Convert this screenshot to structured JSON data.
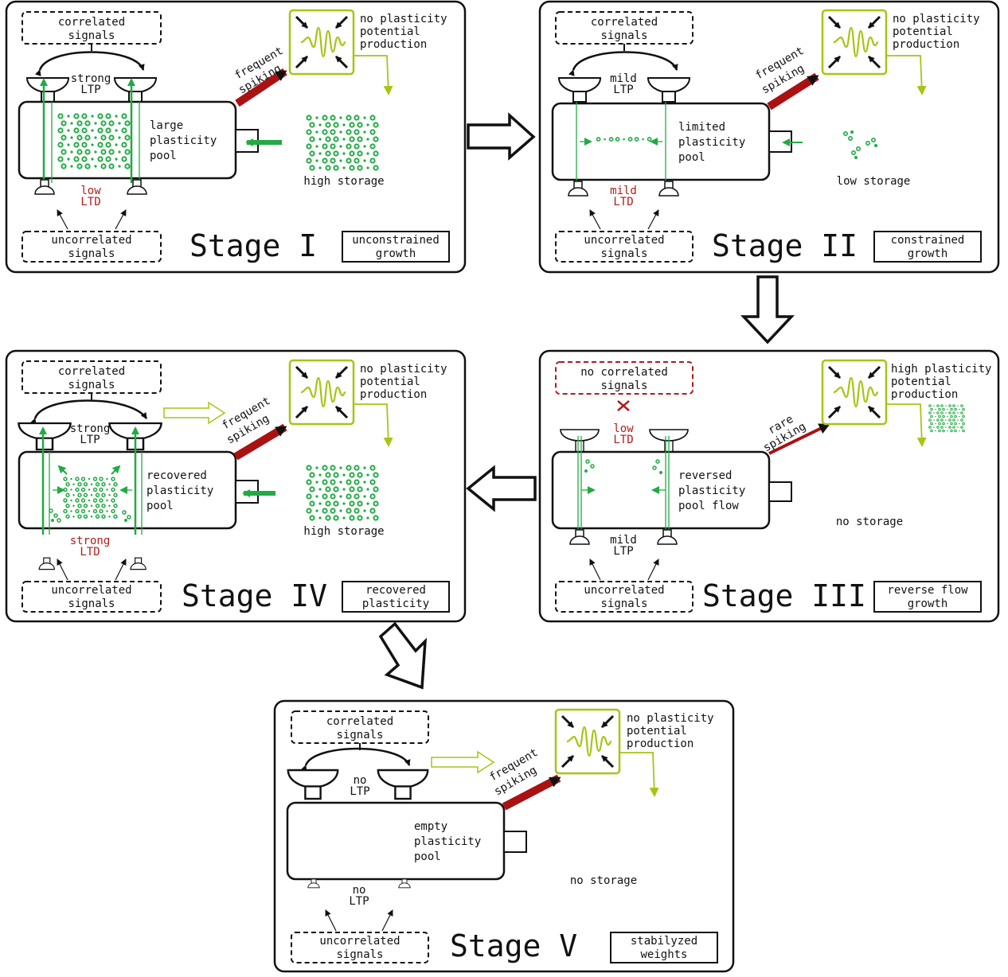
{
  "colors": {
    "green": "#22aa44",
    "lime": "#a8c414",
    "dark_red": "#aa1111",
    "red_text": "#b01c1c"
  },
  "common": {
    "correlated_1": "correlated",
    "correlated_2": "signals",
    "uncorrelated_1": "uncorrelated",
    "uncorrelated_2": "signals",
    "pool_2": "plasticity",
    "pool_3": "pool",
    "prod_no_1": "no plasticity",
    "prod_2": "potential",
    "prod_3": "production",
    "prod_high_1": "high plasticity",
    "frequent": "frequent",
    "spiking": "spiking",
    "rare": "rare",
    "high_storage": "high storage",
    "low_storage": "low storage",
    "no_storage": "no storage",
    "ltp": "LTP",
    "ltd": "LTD",
    "strong": "strong",
    "mild": "mild",
    "low": "low",
    "no": "no"
  },
  "stage1": {
    "title": "Stage I",
    "tag_1": "unconstrained",
    "tag_2": "growth",
    "pool_1": "large"
  },
  "stage2": {
    "title": "Stage II",
    "tag_1": "constrained",
    "tag_2": "growth",
    "pool_1": "limited"
  },
  "stage3": {
    "title": "Stage III",
    "tag_1": "reverse flow",
    "tag_2": "growth",
    "pool_1": "reversed",
    "pool_3": "pool flow",
    "no_corr_1": "no correlated",
    "no_corr_2": "signals"
  },
  "stage4": {
    "title": "Stage IV",
    "tag_1": "recovered",
    "tag_2": "plasticity",
    "pool_1": "recovered"
  },
  "stage5": {
    "title": "Stage V",
    "tag_1": "stabilyzed",
    "tag_2": "weights",
    "pool_1": "empty"
  }
}
